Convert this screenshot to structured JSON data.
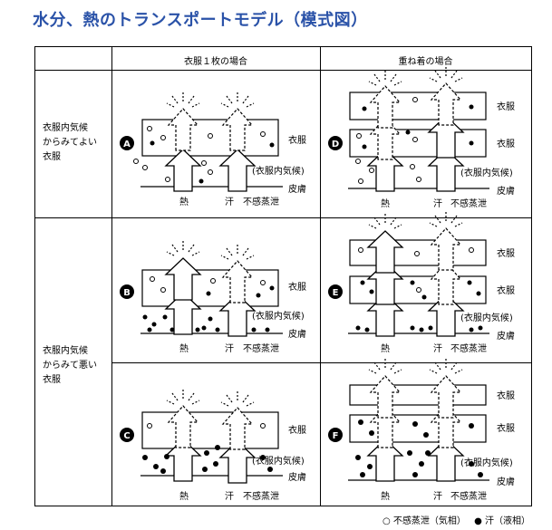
{
  "title": "水分、熱のトランスポートモデル（模式図）",
  "header": {
    "col_single": "衣服１枚の場合",
    "col_layered": "重ね着の場合"
  },
  "rows": {
    "good": "衣服内気候\nからみてよい\n衣服",
    "bad": "衣服内気候\nからみて悪い\n衣服"
  },
  "labels": {
    "clothing": "衣服",
    "micro": "(衣服内気候)",
    "skin": "皮膚",
    "heat": "熱",
    "sweat": "汗",
    "insensible": "不感蒸泄"
  },
  "panels": [
    {
      "id": "A",
      "letter": "A"
    },
    {
      "id": "B",
      "letter": "B"
    },
    {
      "id": "C",
      "letter": "C"
    },
    {
      "id": "D",
      "letter": "D"
    },
    {
      "id": "E",
      "letter": "E"
    },
    {
      "id": "F",
      "letter": "F"
    }
  ],
  "legend": {
    "vapor": "○ 不感蒸泄（気相）",
    "liquid": "● 汗（液相）"
  }
}
